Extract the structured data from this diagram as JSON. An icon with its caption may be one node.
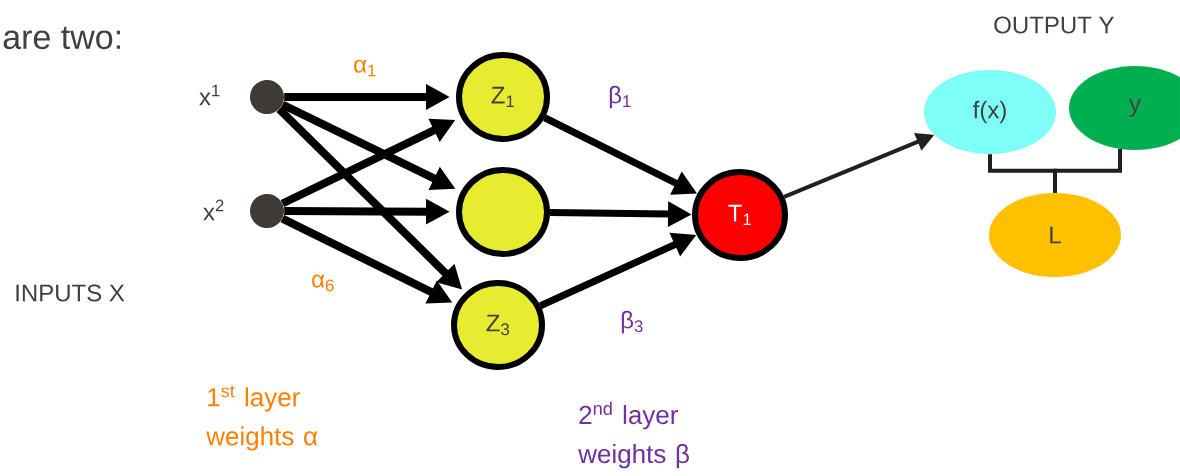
{
  "diagram": {
    "nodes": [
      {
        "text": [],
        "shape": "circle",
        "beside": [
          "x$^{1}$"
        ]
      },
      {
        "text": [],
        "shape": "circle",
        "beside": [
          "x$^{2}$"
        ]
      },
      {
        "text": [
          "Z$_{1}$"
        ]
      },
      {
        "text": [],
        "shape": "circle"
      },
      {
        "text": [
          "Z$_{3}$"
        ]
      },
      {
        "text": [
          "T$_{1}$"
        ]
      },
      {
        "text": [
          "f(x)"
        ]
      },
      {
        "text": [
          "y"
        ]
      },
      {
        "text": [
          "L"
        ]
      }
    ],
    "edges": [
      {
        "from": 0,
        "to": 2,
        "arrow": "to",
        "label": "α$_{1}$"
      },
      {
        "from": 0,
        "to": 3,
        "arrow": "to"
      },
      {
        "from": 0,
        "to": 4,
        "arrow": "to"
      },
      {
        "from": 1,
        "to": 2,
        "arrow": "to"
      },
      {
        "from": 1,
        "to": 3,
        "arrow": "to"
      },
      {
        "from": 1,
        "to": 4,
        "arrow": "to",
        "label": "α$_{6}$"
      },
      {
        "from": 2,
        "to": 5,
        "arrow": "to",
        "label": "β$_{1}$"
      },
      {
        "from": 3,
        "to": 5,
        "arrow": "to"
      },
      {
        "from": 4,
        "to": 5,
        "arrow": "to",
        "label": "β$_{3}$"
      },
      {
        "from": 5,
        "to": 6,
        "arrow": "to"
      },
      {
        "from": 6,
        "to": 8,
        "arrow": "none"
      },
      {
        "from": 7,
        "to": 8,
        "arrow": "none"
      }
    ],
    "labels": [
      "are two:",
      "INPUTS X",
      "OUTPUT Y",
      "1$^{st}$ layer weights α",
      "2$^{nd}$ layer weights β"
    ]
  }
}
